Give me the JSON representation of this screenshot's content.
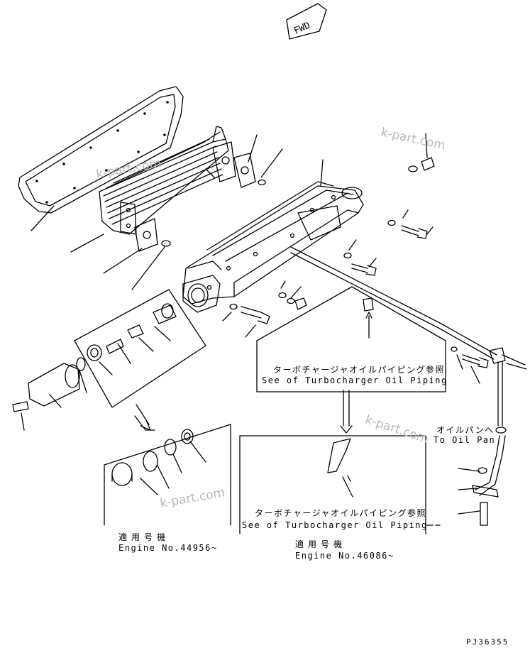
{
  "fwd_label": "FWD",
  "watermark": "k-part.com",
  "ref_note_jp": "ターボチャージャオイルパイピング参照",
  "ref_note_en": "See of Turbocharger Oil Piping",
  "to_oil_pan_jp": "オイルパンへ",
  "to_oil_pan_en": "To Oil Pan",
  "applicable_jp": "適用号機",
  "engine_1": "Engine No.44956~",
  "engine_2": "Engine No.46086~",
  "drawing_code": "PJ36355"
}
